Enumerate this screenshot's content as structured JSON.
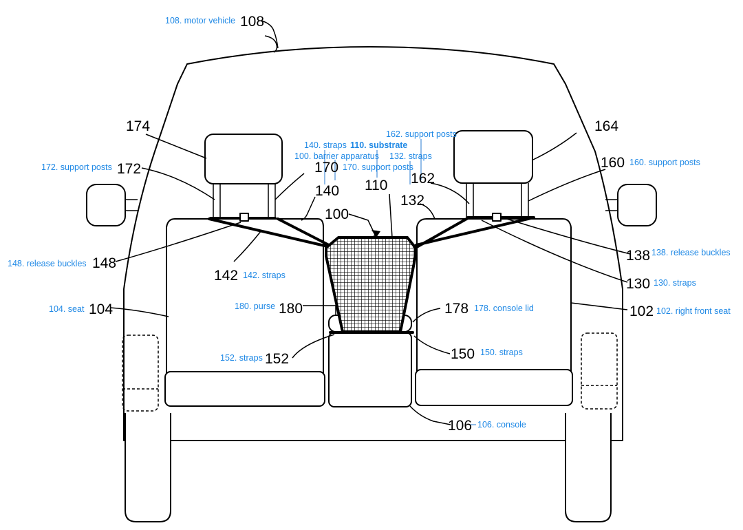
{
  "diagram": {
    "callouts": [
      {
        "id": "108",
        "number": "108",
        "label": "108. motor vehicle"
      },
      {
        "id": "174",
        "number": "174",
        "label": ""
      },
      {
        "id": "164",
        "number": "164",
        "label": ""
      },
      {
        "id": "172",
        "number": "172",
        "label": "172. support posts"
      },
      {
        "id": "170",
        "number": "170",
        "label": "170. support posts"
      },
      {
        "id": "160",
        "number": "160",
        "label": "160. support posts"
      },
      {
        "id": "162",
        "number": "162",
        "label": "162. support posts"
      },
      {
        "id": "140",
        "number": "140",
        "label": "140. straps"
      },
      {
        "id": "110",
        "number": "110",
        "label": "110. substrate"
      },
      {
        "id": "100",
        "number": "100",
        "label": "100. barrier apparatus"
      },
      {
        "id": "132",
        "number": "132",
        "label": "132. straps"
      },
      {
        "id": "148",
        "number": "148",
        "label": "148. release buckles"
      },
      {
        "id": "142",
        "number": "142",
        "label": "142. straps"
      },
      {
        "id": "138",
        "number": "138",
        "label": "138. release buckles"
      },
      {
        "id": "130",
        "number": "130",
        "label": "130. straps"
      },
      {
        "id": "104",
        "number": "104",
        "label": "104. seat"
      },
      {
        "id": "180",
        "number": "180",
        "label": "180. purse"
      },
      {
        "id": "178",
        "number": "178",
        "label": "178. console lid"
      },
      {
        "id": "102",
        "number": "102",
        "label": "102. right front seat"
      },
      {
        "id": "152",
        "number": "152",
        "label": "152. straps"
      },
      {
        "id": "150",
        "number": "150",
        "label": "150. straps"
      },
      {
        "id": "106",
        "number": "106",
        "label": "106. console"
      }
    ]
  }
}
